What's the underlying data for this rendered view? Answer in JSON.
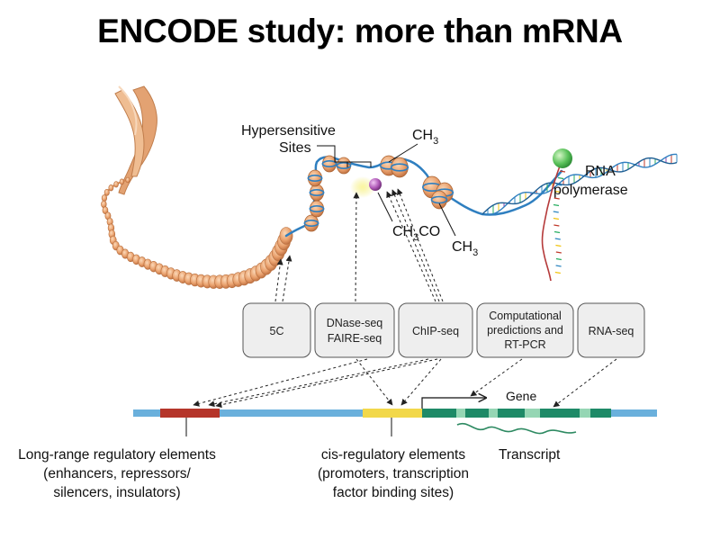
{
  "title": "ENCODE study: more than mRNA",
  "labels": {
    "hypersensitive_line1": "Hypersensitive",
    "hypersensitive_line2": "Sites",
    "ch3_top": "CH",
    "ch3_top_sub": "3",
    "ch3co_pre": "CH",
    "ch3co_sub": "3",
    "ch3co_post": "CO",
    "ch3_bottom": "CH",
    "ch3_bottom_sub": "3",
    "rna_pol_line1": "RNA",
    "rna_pol_line2": "polymerase",
    "gene": "Gene",
    "transcript": "Transcript"
  },
  "boxes": [
    {
      "lines": [
        "5C"
      ]
    },
    {
      "lines": [
        "DNase-seq",
        "FAIRE-seq"
      ]
    },
    {
      "lines": [
        "ChIP-seq"
      ]
    },
    {
      "lines": [
        "Computational",
        "predictions and",
        "RT-PCR"
      ]
    },
    {
      "lines": [
        "RNA-seq"
      ]
    }
  ],
  "bottom_labels": {
    "long_range": [
      "Long-range regulatory elements",
      "(enhancers, repressors/",
      "silencers, insulators)"
    ],
    "cis": [
      "cis-regulatory elements",
      "(promoters, transcription",
      "factor binding sites)"
    ]
  },
  "colors": {
    "chromatin": "#e8a878",
    "dna_strand": "#2f7fc0",
    "nucleosome": "#e9a06c",
    "rna_pol": "#5bc25b",
    "methyl_ball": "#b05ab8",
    "hs_glow": "#f3ec7a",
    "bar_blue": "#6ab0dc",
    "bar_red": "#b5352a",
    "bar_yellow": "#f2d84a",
    "bar_green_dark": "#1e8a67",
    "bar_green_light": "#95d6b4",
    "transcript": "#2e8a62",
    "box_fill": "#eeeeee"
  }
}
